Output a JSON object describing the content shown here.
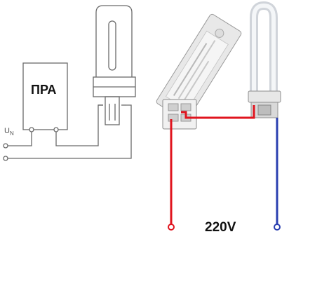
{
  "schematic": {
    "ballast_label": "ПРА",
    "supply_label": "U",
    "supply_sub": "N"
  },
  "photo": {
    "voltage_label": "220V"
  },
  "colors": {
    "phase_wire": "#e0141e",
    "neutral_wire": "#2a3fb0",
    "line": "#6a6a6a"
  },
  "icons": [
    "ballast-box-icon",
    "cfl-lamp-icon",
    "terminal-icon"
  ]
}
